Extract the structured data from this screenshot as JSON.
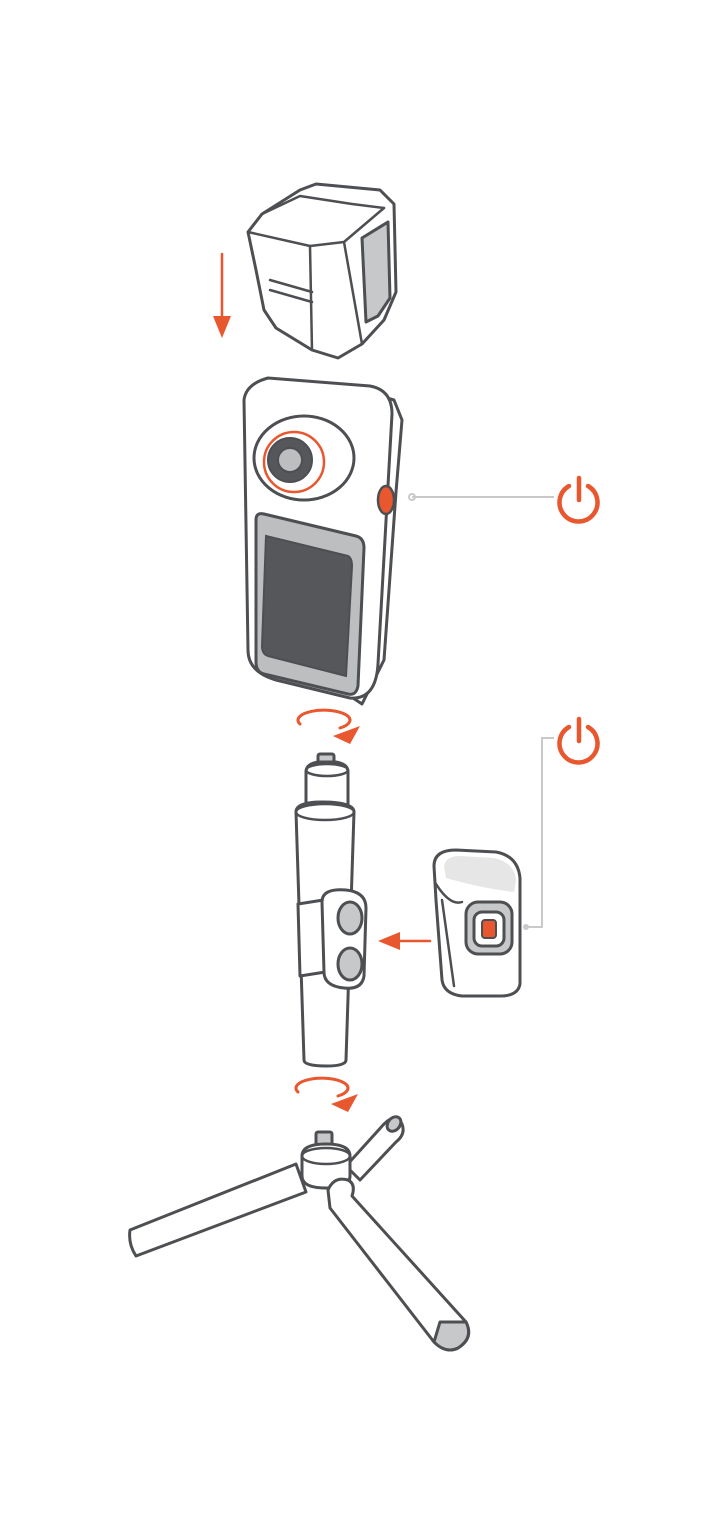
{
  "colors": {
    "accent": "#e9572f",
    "outline": "#4d4f52",
    "screen": "#55575a",
    "panel": "#bdbec0",
    "light_grey": "#e6e6e7",
    "leader_line": "#c9c9c9",
    "background": "#ffffff"
  },
  "icons": {
    "camera_power": "power-icon",
    "remote_power": "power-icon",
    "lens_cap_direction": "arrow-down-icon",
    "camera_rotate": "rotate-arrow-icon",
    "remote_attach_direction": "arrow-left-icon",
    "tripod_rotate": "rotate-arrow-icon"
  },
  "components": [
    "lens-cap",
    "camera",
    "selfie-stick",
    "remote-control",
    "tripod"
  ]
}
